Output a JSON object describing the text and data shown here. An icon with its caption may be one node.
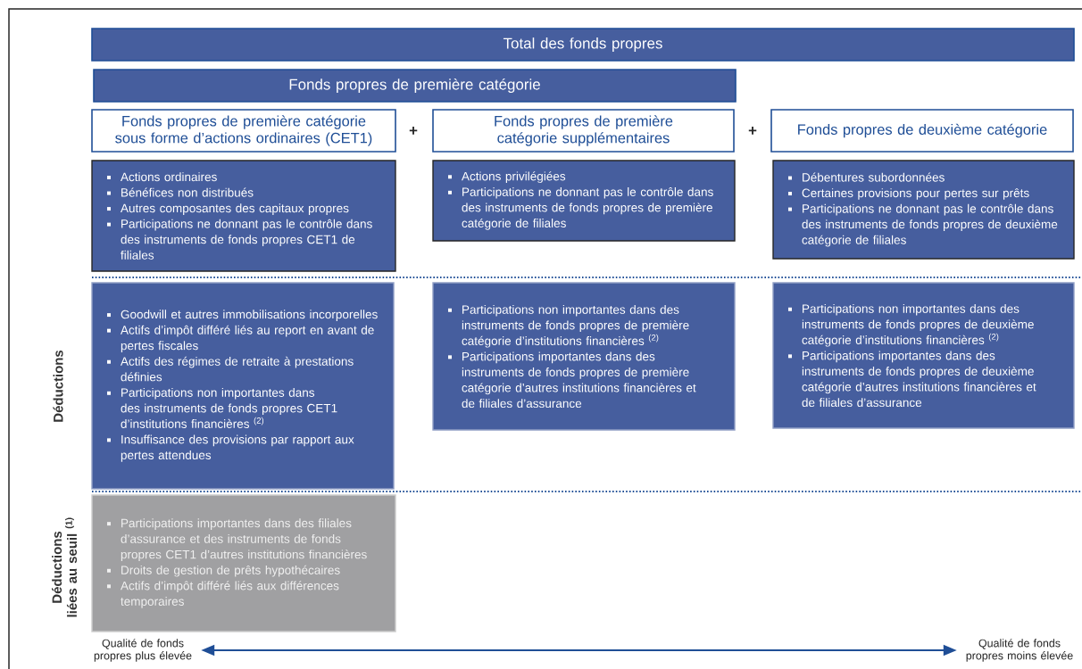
{
  "diagram": {
    "nodes": [
      {
        "text": [
          "Total des fonds propres"
        ]
      },
      {
        "text": [
          "Fonds propres de première catégorie"
        ]
      },
      {
        "text": [
          "Fonds propres de première catégorie sous forme d’actions ordinaires (CET1)"
        ]
      },
      {
        "text": [
          "Fonds propres de première catégorie supplémentaires"
        ]
      },
      {
        "text": [
          "Fonds propres de deuxième catégorie"
        ]
      },
      {
        "text": [
          "Actions ordinaires",
          "Bénéfices non distribués",
          "Autres composantes des capitaux propres",
          "Participations ne donnant pas le contrôle dans des instruments de fonds propres CET1 de filiales"
        ]
      },
      {
        "text": [
          "Actions privilégiées",
          "Participations ne donnant pas le contrôle dans des instruments de fonds propres de première catégorie de filiales"
        ]
      },
      {
        "text": [
          "Débentures subordonnées",
          "Certaines provisions pour pertes sur prêts",
          "Participations ne donnant pas le contrôle dans des instruments de fonds propres de deuxième catégorie de filiales"
        ]
      },
      {
        "text": [
          "Goodwill et autres immobilisations incorporelles",
          "Actifs d’impôt différé liés au report en avant de pertes fiscales",
          "Actifs des régimes de retraite à prestations définies",
          "Participations non importantes dans des instruments de fonds propres CET1 d’institutions financières $^{(2)}$",
          "Insuffisance des provisions par rapport aux pertes attendues"
        ]
      },
      {
        "text": [
          "Participations non importantes dans des instruments de fonds propres de première catégorie d’institutions financières $^{(2)}$",
          "Participations importantes dans des instruments de fonds propres de première catégorie d’autres institutions financières et de filiales d’assurance"
        ]
      },
      {
        "text": [
          "Participations non importantes dans des instruments de fonds propres de deuxième catégorie d’institutions financières $^{(2)}$",
          "Participations importantes dans des instruments de fonds propres de deuxième catégorie d’autres institutions financières et de filiales d’assurance"
        ]
      },
      {
        "text": [
          "Participations importantes dans des filiales d’assurance et des instruments de fonds propres CET1 d’autres institutions financières",
          "Droits de gestion de prêts hypothécaires",
          "Actifs d’impôt différé liés aux différences temporaires"
        ]
      },
      {
        "text": [
          "Qualité de fonds propres plus élevée"
        ]
      },
      {
        "text": [
          "Qualité de fonds propres moins élevée"
        ]
      }
    ],
    "edges": [
      {
        "from": 12,
        "to": 13,
        "arrow": "both"
      }
    ],
    "labels": [
      "+",
      "+",
      "Déductions",
      "Déductions liées au seuil $^{(1)}$"
    ]
  }
}
